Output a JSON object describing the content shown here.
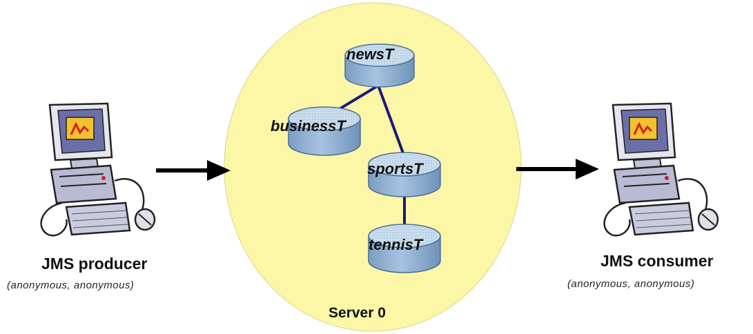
{
  "producer": {
    "title": "JMS producer",
    "subtitle": "(anonymous, anonymous)"
  },
  "consumer": {
    "title": "JMS consumer",
    "subtitle": "(anonymous, anonymous)"
  },
  "server": {
    "label": "Server 0"
  },
  "topics": {
    "news": "newsT",
    "business": "businessT",
    "sports": "sportsT",
    "tennis": "tennisT"
  },
  "colors": {
    "server_fill": "#fbf7a6",
    "topic_fill": "#8fb1d6",
    "topic_top": "#c5d9ec",
    "link": "#1a1a7a",
    "arrow": "#000000"
  }
}
